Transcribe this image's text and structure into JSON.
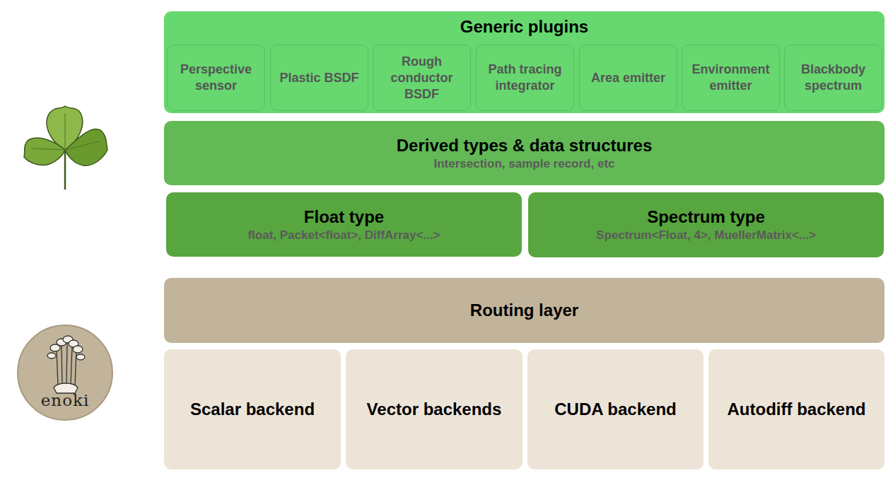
{
  "diagram": {
    "nodes": [
      {
        "text": [
          "Generic plugins"
        ]
      },
      {
        "text": [
          "Perspective sensor"
        ],
        "in": 0
      },
      {
        "text": [
          "Plastic BSDF"
        ],
        "in": 0
      },
      {
        "text": [
          "Rough conductor BSDF"
        ],
        "in": 0
      },
      {
        "text": [
          "Path tracing integrator"
        ],
        "in": 0
      },
      {
        "text": [
          "Area emitter"
        ],
        "in": 0
      },
      {
        "text": [
          "Environment emitter"
        ],
        "in": 0
      },
      {
        "text": [
          "Blackbody spectrum"
        ],
        "in": 0
      },
      {
        "text": [
          "Derived types & data structures",
          "Intersection, sample record, etc"
        ]
      },
      {
        "text": [
          "Float type",
          "float, Packet<float>, DiffArray<...>"
        ]
      },
      {
        "text": [
          "Spectrum type",
          "Spectrum<Float, 4>, MuellerMatrix<...>"
        ]
      },
      {
        "text": [
          "Routing layer"
        ]
      },
      {
        "text": [
          "Scalar backend"
        ]
      },
      {
        "text": [
          "Vector backends"
        ]
      },
      {
        "text": [
          "CUDA backend"
        ]
      },
      {
        "text": [
          "Autodiff backend"
        ]
      }
    ],
    "labels": [
      "enoki"
    ]
  }
}
